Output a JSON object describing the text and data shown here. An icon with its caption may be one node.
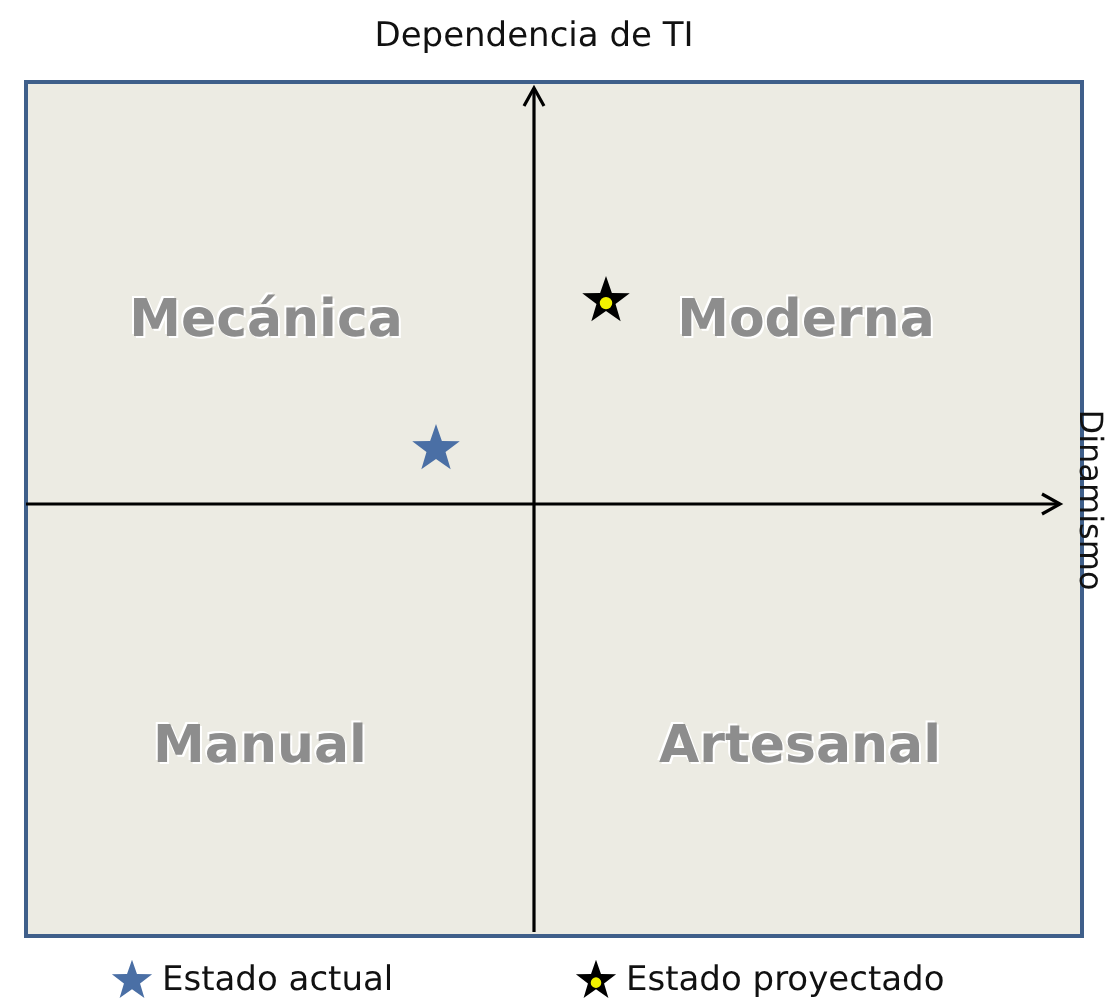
{
  "diagram": {
    "labels": [
      "Dependencia de TI",
      "Mecánica",
      "Moderna",
      "Dinamismo",
      "Manual",
      "Artesanal"
    ],
    "legend": [
      {
        "text": "Estado actual"
      },
      {
        "text": "Estado proyectado"
      }
    ]
  }
}
